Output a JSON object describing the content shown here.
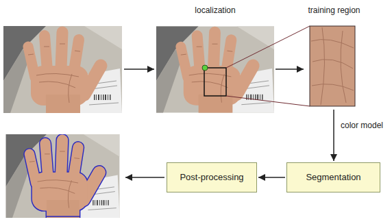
{
  "diagram": {
    "nodes": [
      {
        "text": [
          "localization"
        ]
      },
      {
        "text": [
          "training region"
        ]
      },
      {
        "text": [
          "Segmentation"
        ]
      },
      {
        "text": [
          "Post-processing"
        ]
      }
    ],
    "edges": [
      {
        "from": 0,
        "to": 1,
        "arrow": "to"
      },
      {
        "from": 1,
        "to": 2,
        "label": "color model",
        "arrow": "to"
      },
      {
        "from": 2,
        "to": 3,
        "arrow": "to"
      }
    ]
  }
}
